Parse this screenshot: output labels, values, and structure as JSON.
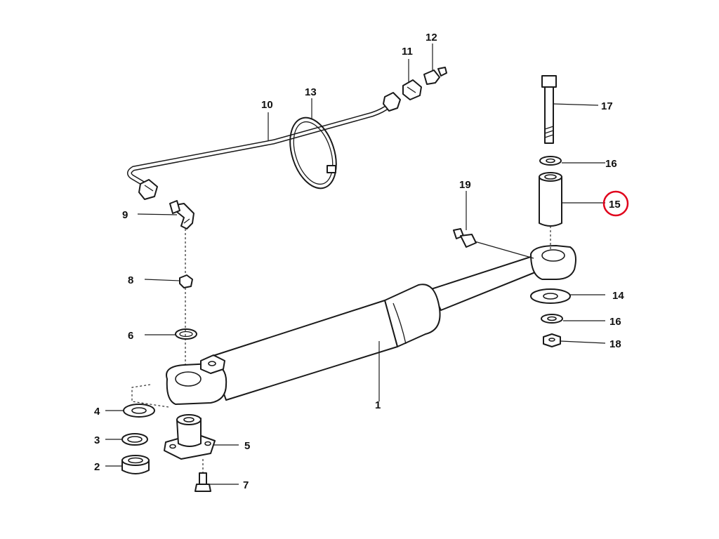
{
  "diagram": {
    "callouts": [
      {
        "id": "1",
        "text": "1"
      },
      {
        "id": "2",
        "text": "2"
      },
      {
        "id": "3",
        "text": "3"
      },
      {
        "id": "4",
        "text": "4"
      },
      {
        "id": "5",
        "text": "5"
      },
      {
        "id": "6",
        "text": "6"
      },
      {
        "id": "7",
        "text": "7"
      },
      {
        "id": "8",
        "text": "8"
      },
      {
        "id": "9",
        "text": "9"
      },
      {
        "id": "10",
        "text": "10"
      },
      {
        "id": "11",
        "text": "11"
      },
      {
        "id": "12",
        "text": "12"
      },
      {
        "id": "13",
        "text": "13"
      },
      {
        "id": "14",
        "text": "14"
      },
      {
        "id": "15",
        "text": "15"
      },
      {
        "id": "16a",
        "text": "16"
      },
      {
        "id": "16b",
        "text": "16"
      },
      {
        "id": "17",
        "text": "17"
      },
      {
        "id": "18",
        "text": "18"
      },
      {
        "id": "19",
        "text": "19"
      }
    ],
    "highlighted_callout": "15",
    "highlight_color": "#e0001b",
    "line_color": "#1a1a1a"
  }
}
